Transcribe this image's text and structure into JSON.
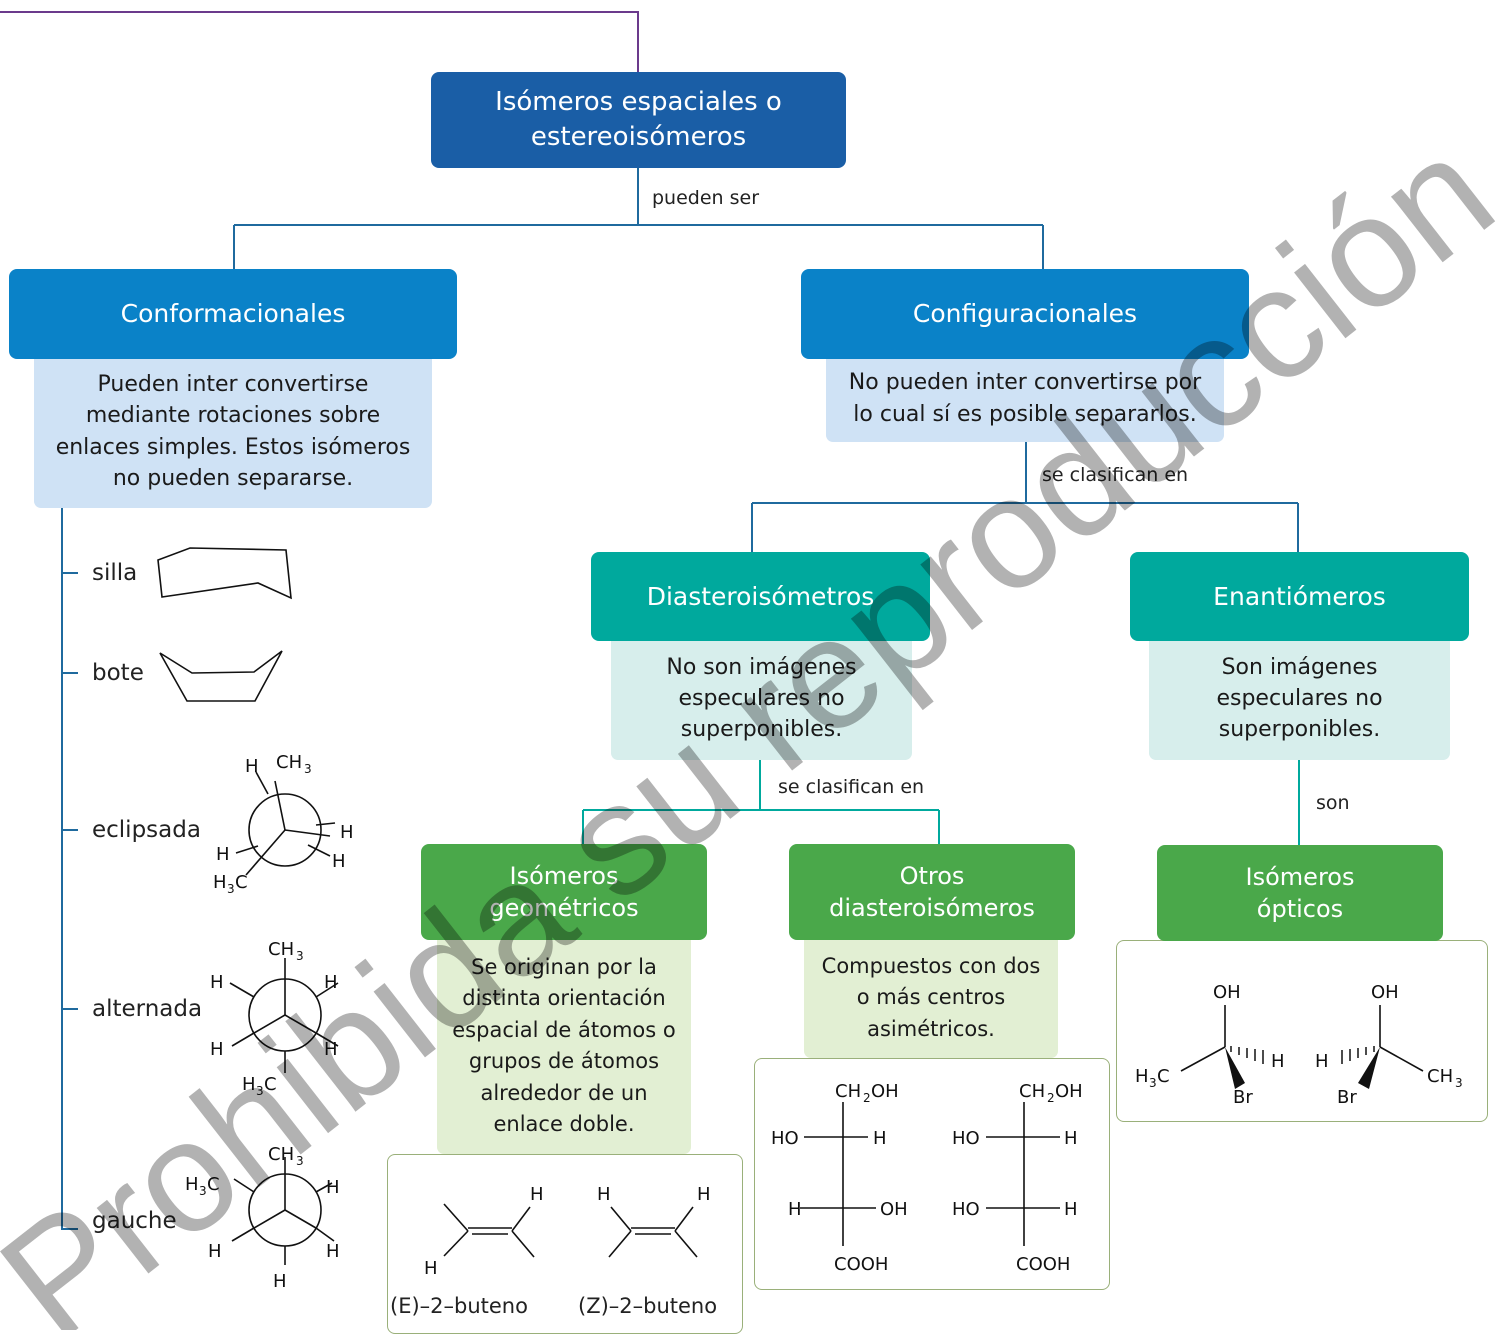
{
  "root": {
    "title": "Isómeros espaciales o estereoisómeros"
  },
  "edge_labels": {
    "root_children": "pueden ser",
    "config_children": "se clasifican en",
    "diaster_children": "se clasifican en",
    "enant_children": "son"
  },
  "conformacionales": {
    "title": "Conformacionales",
    "description": "Pueden inter convertirse mediante rotaciones sobre enlaces simples. Estos isómeros no pueden separarse.",
    "items": [
      "silla",
      "bote",
      "eclipsada",
      "alternada",
      "gauche"
    ]
  },
  "configuracionales": {
    "title": "Configuracionales",
    "description": "No pueden inter convertirse por lo cual sí es posible separarlos."
  },
  "diasteroisometros": {
    "title": "Diasteroisómetros",
    "description": "No son imágenes especulares no superponibles."
  },
  "enantiomeros": {
    "title": "Enantiómeros",
    "description": "Son imágenes especulares no superponibles."
  },
  "isomeros_geometricos": {
    "title": "Isómeros geométricos",
    "description": "Se originan por la distinta orientación espacial de átomos o grupos de átomos alrededor de un enlace doble.",
    "examples": [
      "(E)–2–buteno",
      "(Z)–2–buteno"
    ]
  },
  "otros_diasteroisomeros": {
    "title": "Otros diasteroisómeros",
    "description": "Compuestos con dos o más centros asimétricos."
  },
  "isomeros_opticos": {
    "title": "Isómeros ópticos"
  },
  "chem_labels": {
    "H": "H",
    "CH": "CH",
    "C": "C",
    "sub2": "2",
    "sub3": "3",
    "OH": "OH",
    "HO": "HO",
    "COOH": "COOH",
    "Br": "Br"
  },
  "watermark": "Prohibida su reproducción",
  "colors": {
    "root": "#1a5ea6",
    "level1": "#0a82c8",
    "level1_desc": "#cfe2f5",
    "level2": "#00a99d",
    "level2_desc": "#d7eeec",
    "level3": "#4aa84a",
    "level3_desc": "#e2efd3",
    "connector_blue": "#1f6a9e",
    "connector_teal": "#00a99d",
    "top_line": "#6b3a8c"
  }
}
